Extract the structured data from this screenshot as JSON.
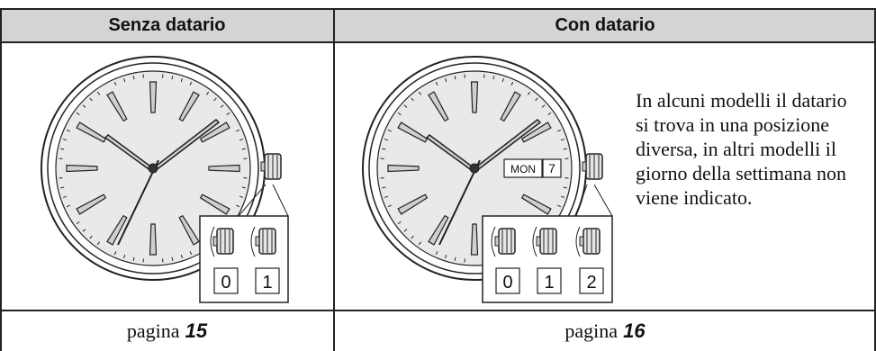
{
  "columns": [
    {
      "header": "Senza datario",
      "footer_prefix": "pagina",
      "footer_page": "15",
      "crown_positions": [
        "0",
        "1"
      ]
    },
    {
      "header": "Con datario",
      "footer_prefix": "pagina",
      "footer_page": "16",
      "crown_positions": [
        "0",
        "1",
        "2"
      ],
      "day_window": "MON",
      "date_window": "7",
      "note": "In alcuni modelli il datario si trova in una posizione diversa, in altri modelli il giorno della settimana non viene indicato."
    }
  ]
}
